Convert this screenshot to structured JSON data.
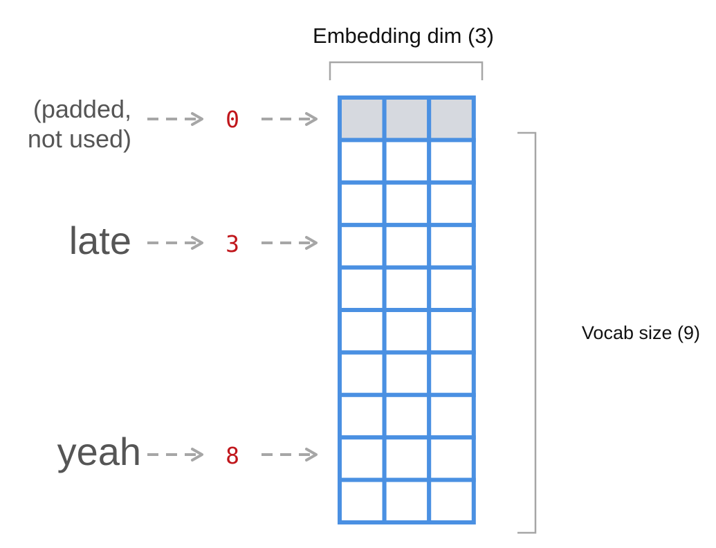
{
  "diagram": {
    "embedding_label": "Embedding dim (3)",
    "vocab_label": "Vocab size (9)",
    "matrix": {
      "rows": 10,
      "cols": 3,
      "shaded_rows": [
        0
      ],
      "shaded_color": "#d6d9df",
      "cell_color": "#ffffff",
      "border_color": "#4a90e2"
    },
    "mappings": [
      {
        "word_lines": [
          "(padded,",
          "not used)"
        ],
        "index": "0",
        "row": 0
      },
      {
        "word_lines": [
          "late"
        ],
        "index": "3",
        "row": 3
      },
      {
        "word_lines": [
          "yeah"
        ],
        "index": "8",
        "row": 8
      }
    ],
    "colors": {
      "index": "#c0161b",
      "arrow": "#a6a6a6",
      "word": "#555555"
    }
  }
}
